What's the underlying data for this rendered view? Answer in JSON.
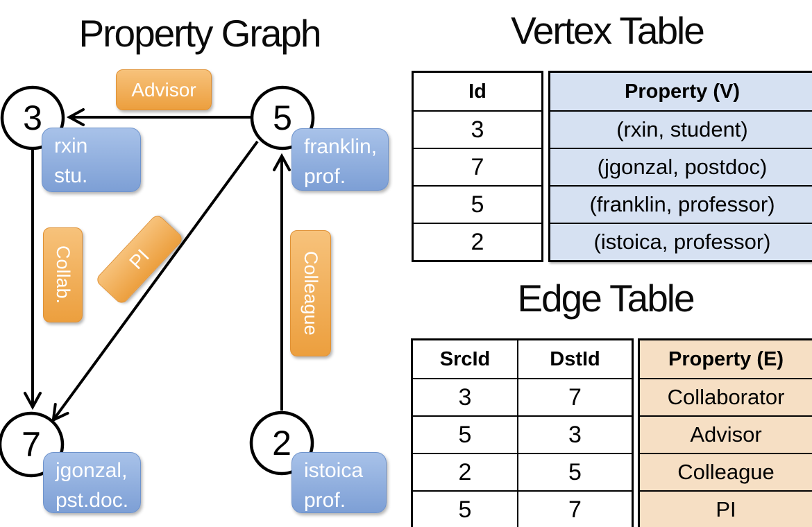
{
  "left_panel": {
    "title": "Property Graph",
    "nodes": [
      {
        "id": "3",
        "label_lines": [
          "rxin",
          "stu."
        ]
      },
      {
        "id": "5",
        "label_lines": [
          "franklin,",
          "prof."
        ]
      },
      {
        "id": "7",
        "label_lines": [
          "jgonzal,",
          "pst.doc."
        ]
      },
      {
        "id": "2",
        "label_lines": [
          "istoica",
          "prof."
        ]
      }
    ],
    "edge_labels": {
      "advisor": "Advisor",
      "collab": "Collab.",
      "pi": "PI",
      "colleague": "Colleague"
    }
  },
  "vertex_table": {
    "title": "Vertex Table",
    "columns": [
      "Id",
      "Property (V)"
    ],
    "rows": [
      [
        "3",
        "(rxin, student)"
      ],
      [
        "7",
        "(jgonzal, postdoc)"
      ],
      [
        "5",
        "(franklin, professor)"
      ],
      [
        "2",
        "(istoica, professor)"
      ]
    ]
  },
  "edge_table": {
    "title": "Edge Table",
    "columns": [
      "SrcId",
      "DstId",
      "Property (E)"
    ],
    "rows": [
      [
        "3",
        "7",
        "Collaborator"
      ],
      [
        "5",
        "3",
        "Advisor"
      ],
      [
        "2",
        "5",
        "Colleague"
      ],
      [
        "5",
        "7",
        "PI"
      ]
    ]
  },
  "colors": {
    "orange_top": "#f7c27b",
    "orange_bottom": "#ec9f3e",
    "orange_border": "#e09134",
    "blue_top": "#a8c2e9",
    "blue_bottom": "#7d9fd5",
    "blue_border": "#6e93cc",
    "vertex_fill": "#d6e1f2",
    "edge_fill": "#f6dfc4",
    "line": "#000000"
  }
}
